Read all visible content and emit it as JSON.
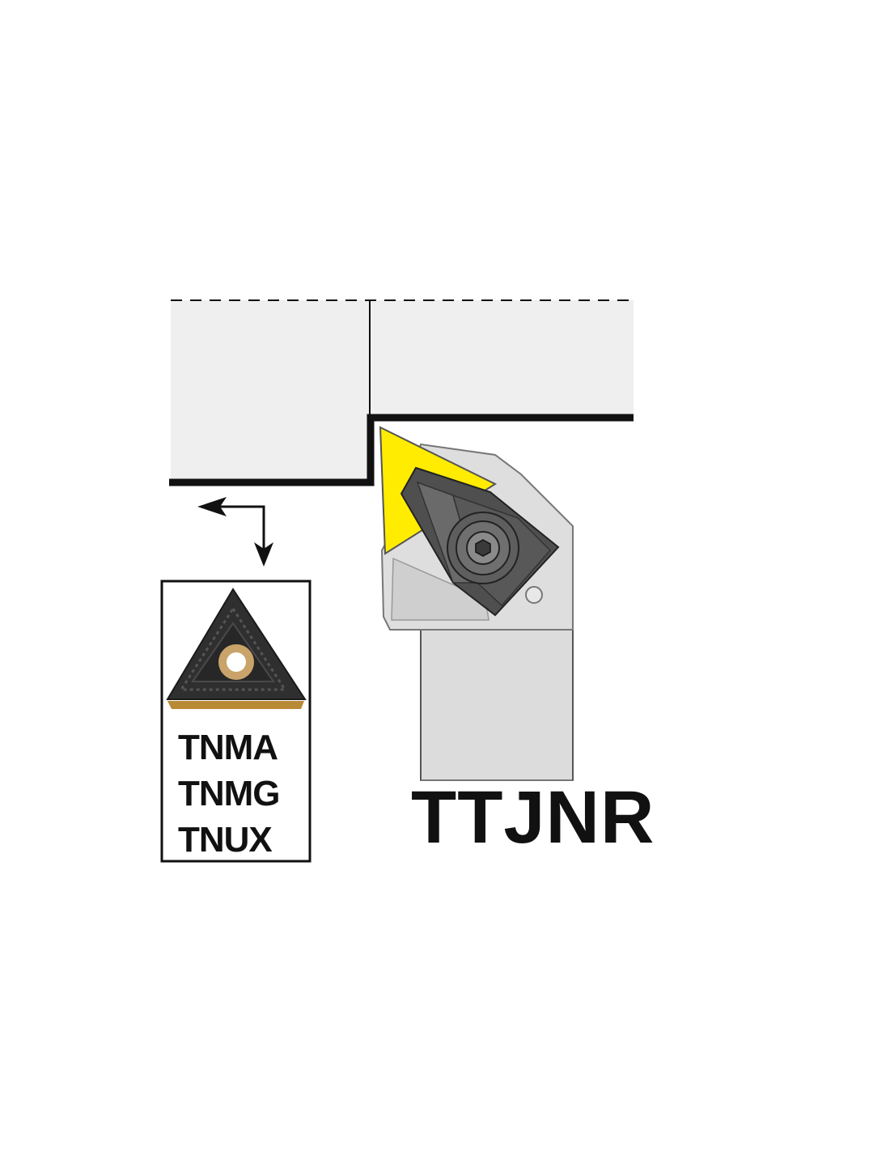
{
  "holder": {
    "code": "TTJNR"
  },
  "insert": {
    "codes": [
      "TNMA",
      "TNMG",
      "TNUX"
    ]
  },
  "colors": {
    "workpiece": "#efefef",
    "holder_body": "#dcdcdc",
    "insert_yellow": "#ffec00",
    "clamp_dark": "#4f4f4f",
    "outline": "#111111",
    "carbide": "#2f2f2f",
    "coating": "#b98a35"
  },
  "icons": {
    "feed_arrows": "feed-direction-arrows-icon",
    "insert_photo": "triangular-insert-icon",
    "clamp_screw": "hex-screw-icon"
  }
}
